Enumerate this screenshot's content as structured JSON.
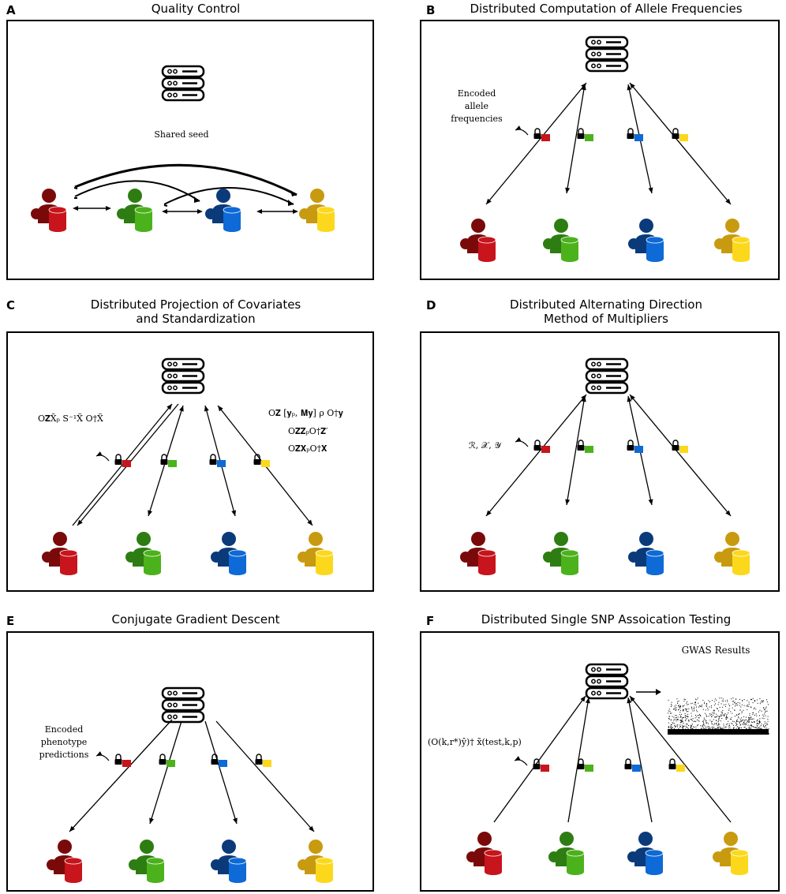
{
  "panels": [
    {
      "letter": "A",
      "title": "Quality Control",
      "annotation": "Shared seed"
    },
    {
      "letter": "B",
      "title": "Distributed Computation of Allele Frequencies",
      "annotation": "Encoded allele frequencies"
    },
    {
      "letter": "C",
      "title_line1": "Distributed Projection of Covariates",
      "title_line2": "and Standardization",
      "math_left": "O𝐙X̃ₚ S⁻¹X̃ O†X̃",
      "math_right": [
        "O𝐙 [𝐲ₚ, 𝐌𝐲] ρ O†𝐲",
        "O𝐙𝐙ₚO†𝐙′",
        "O𝐙𝐗ₚO†𝐗"
      ]
    },
    {
      "letter": "D",
      "title_line1": "Distributed Alternating Direction",
      "title_line2": "Method of Multipliers",
      "annotation": "ℛ, 𝒳, 𝒴"
    },
    {
      "letter": "E",
      "title": "Conjugate Gradient Descent",
      "annotation": "Encoded phenotype predictions"
    },
    {
      "letter": "F",
      "title": "Distributed Single SNP Assoication Testing",
      "annotation": "GWAS Results",
      "math_left": "(O(k,r*)ŷ)† x̃(test,k,p)"
    }
  ],
  "colors": {
    "red_person": "#7a0a0a",
    "red_db": "#c8141c",
    "green_person": "#2e7d12",
    "green_db": "#4cb21c",
    "blue_person": "#0a3a7a",
    "blue_db": "#0e6ad6",
    "yellow_person": "#c89a10",
    "yellow_db": "#fcd81c"
  },
  "icons": [
    "server-icon",
    "person-database-icon",
    "lock-icon"
  ]
}
